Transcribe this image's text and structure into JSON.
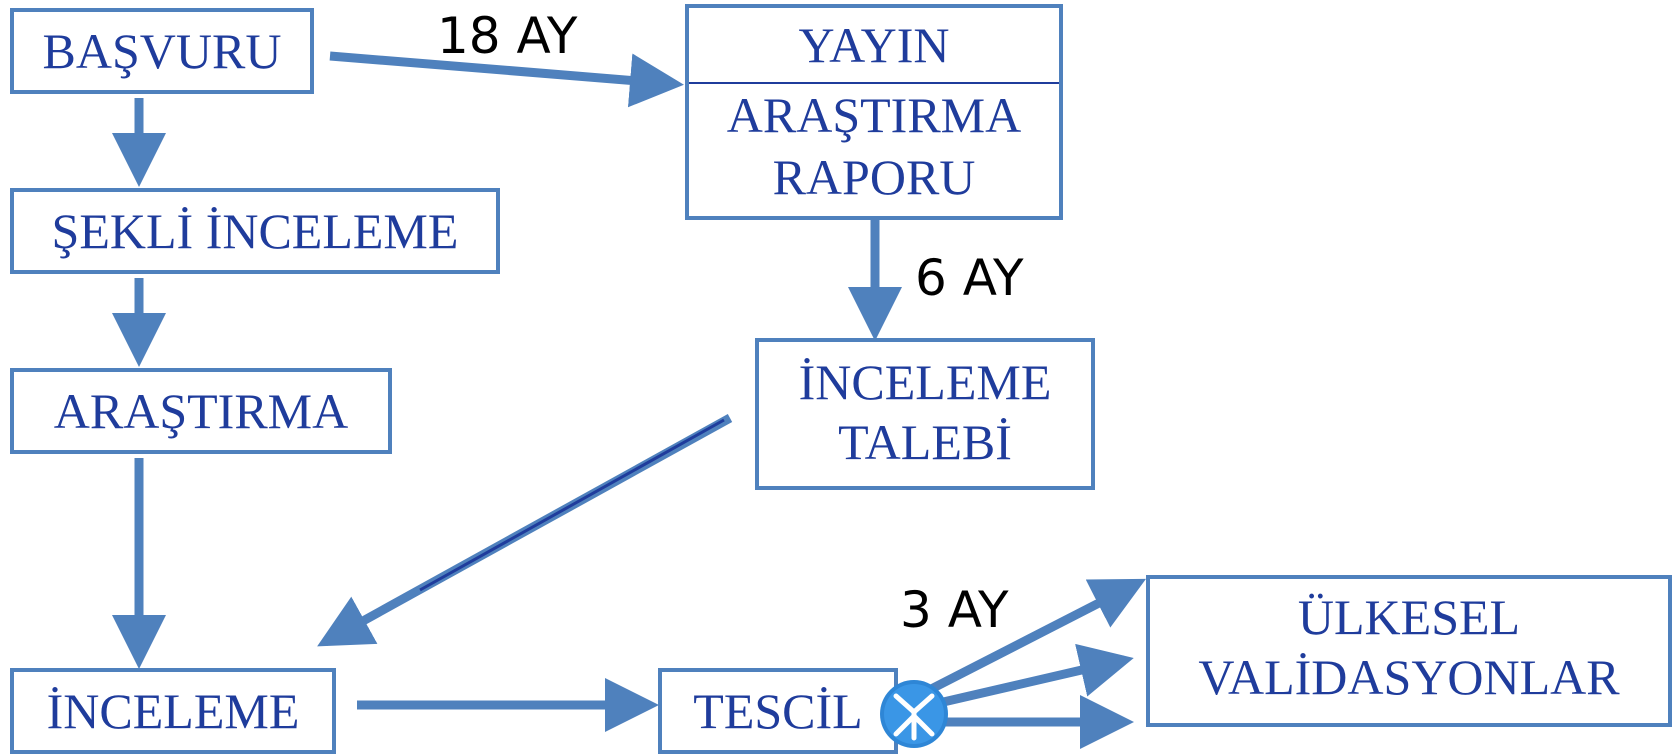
{
  "nodes": {
    "basvuru": "BAŞVURU",
    "sekli_inceleme": "ŞEKLİ İNCELEME",
    "arastirma": "ARAŞTIRMA",
    "inceleme": "İNCELEME",
    "yayin": "YAYIN",
    "arastirma_raporu": [
      "ARAŞTIRMA",
      "RAPORU"
    ],
    "inceleme_talebi": [
      "İNCELEME",
      "TALEBİ"
    ],
    "tescil": "TESCİL",
    "ulkesel_validasyonlar": [
      "ÜLKESEL",
      "VALİDASYONLAR"
    ]
  },
  "durations": {
    "basvuru_to_yayin": "18 AY",
    "rapor_to_talep": "6 AY",
    "tescil_to_validasyon": "3 AY"
  },
  "icons": {
    "tescil_badge": "network-hub-icon"
  },
  "colors": {
    "box_border": "#4f81bd",
    "box_text": "#1f3c9c",
    "arrow": "#4f81bd",
    "arrow_accent": "#1f3c9c"
  }
}
